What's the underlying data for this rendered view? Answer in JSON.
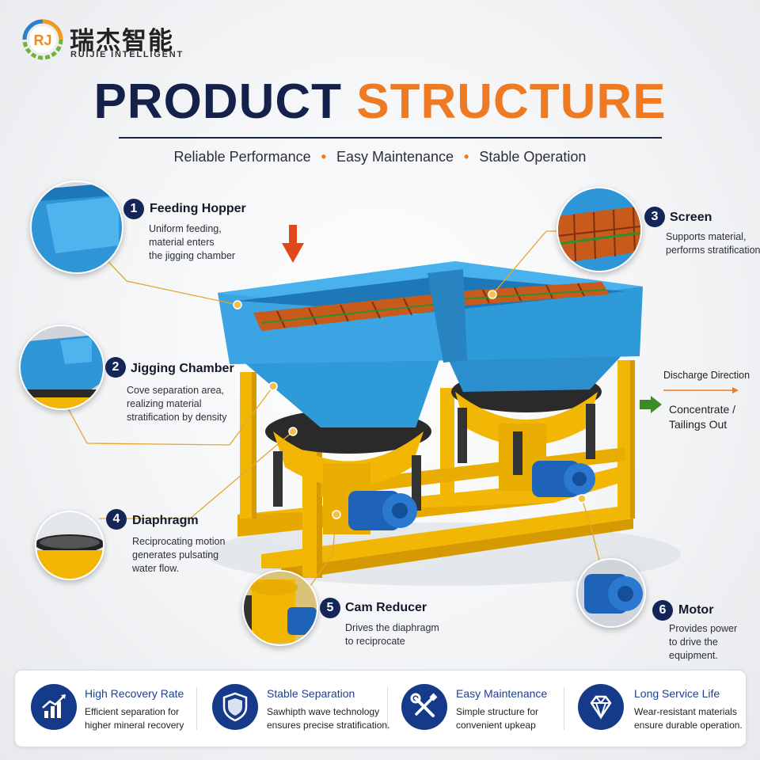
{
  "brand": {
    "name_cn": "瑞杰智能",
    "name_en": "RUIJIE INTELLIGENT",
    "logo_letters": "RJ"
  },
  "header": {
    "title_part1": "PRODUCT",
    "title_part2": "STRUCTURE",
    "subtitle_items": [
      "Reliable Performance",
      "Easy Maintenance",
      "Stable Operation"
    ]
  },
  "callouts": [
    {
      "number": "1",
      "title": "Feeding Hopper",
      "desc": [
        "Uniform feeding,",
        "material enters",
        "the jigging chamber"
      ]
    },
    {
      "number": "2",
      "title": "Jigging Chamber",
      "desc": [
        "Cove separation area,",
        "realizing material",
        "stratification by density"
      ]
    },
    {
      "number": "3",
      "title": "Screen",
      "desc": [
        "Supports material,",
        "performs stratification"
      ]
    },
    {
      "number": "4",
      "title": "Diaphragm",
      "desc": [
        "Reciprocating motion",
        "generates pulsating",
        "water flow."
      ]
    },
    {
      "number": "5",
      "title": "Cam Reducer",
      "desc": [
        "Drives the diaphragm",
        "to reciprocate"
      ]
    },
    {
      "number": "6",
      "title": "Motor",
      "desc": [
        "Provides power",
        "to drive the",
        "equipment."
      ]
    }
  ],
  "discharge": {
    "label": "Discharge Direction",
    "out_line1": "Concentrate /",
    "out_line2": "Tailings Out"
  },
  "features": [
    {
      "icon": "bar-chart-icon",
      "title": "High Recovery Rate",
      "desc": [
        "Efficient separation for",
        "higher mineral recovery"
      ]
    },
    {
      "icon": "shield-icon",
      "title": "Stable Separation",
      "desc": [
        "Sawhipth wave technology",
        "ensures precise stratification."
      ]
    },
    {
      "icon": "wrench-screwdriver-icon",
      "title": "Easy Maintenance",
      "desc": [
        "Simple structure for",
        "convenient upkeap"
      ]
    },
    {
      "icon": "diamond-icon",
      "title": "Long Service Life",
      "desc": [
        "Wear-resistant materials",
        "ensure durable operation."
      ]
    }
  ],
  "colors": {
    "navy": "#142657",
    "orange": "#ee7a24",
    "machine_blue": "#2f9ad8",
    "frame_yellow": "#f2b705",
    "feature_blue": "#163a8a",
    "arrow_green": "#3e8a2a"
  }
}
